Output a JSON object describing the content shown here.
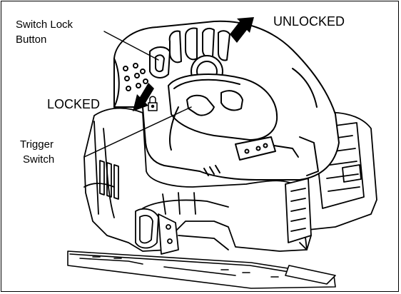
{
  "labels": {
    "switch_lock_line1": "Switch Lock",
    "switch_lock_line2": "Button",
    "unlocked": "UNLOCKED",
    "locked": "LOCKED",
    "trigger_line1": "Trigger",
    "trigger_line2": "Switch"
  },
  "colors": {
    "line": "#000000",
    "fill": "#ffffff",
    "arrow": "#000000"
  },
  "icons": [
    "padlock-icon",
    "arrow-icon"
  ]
}
